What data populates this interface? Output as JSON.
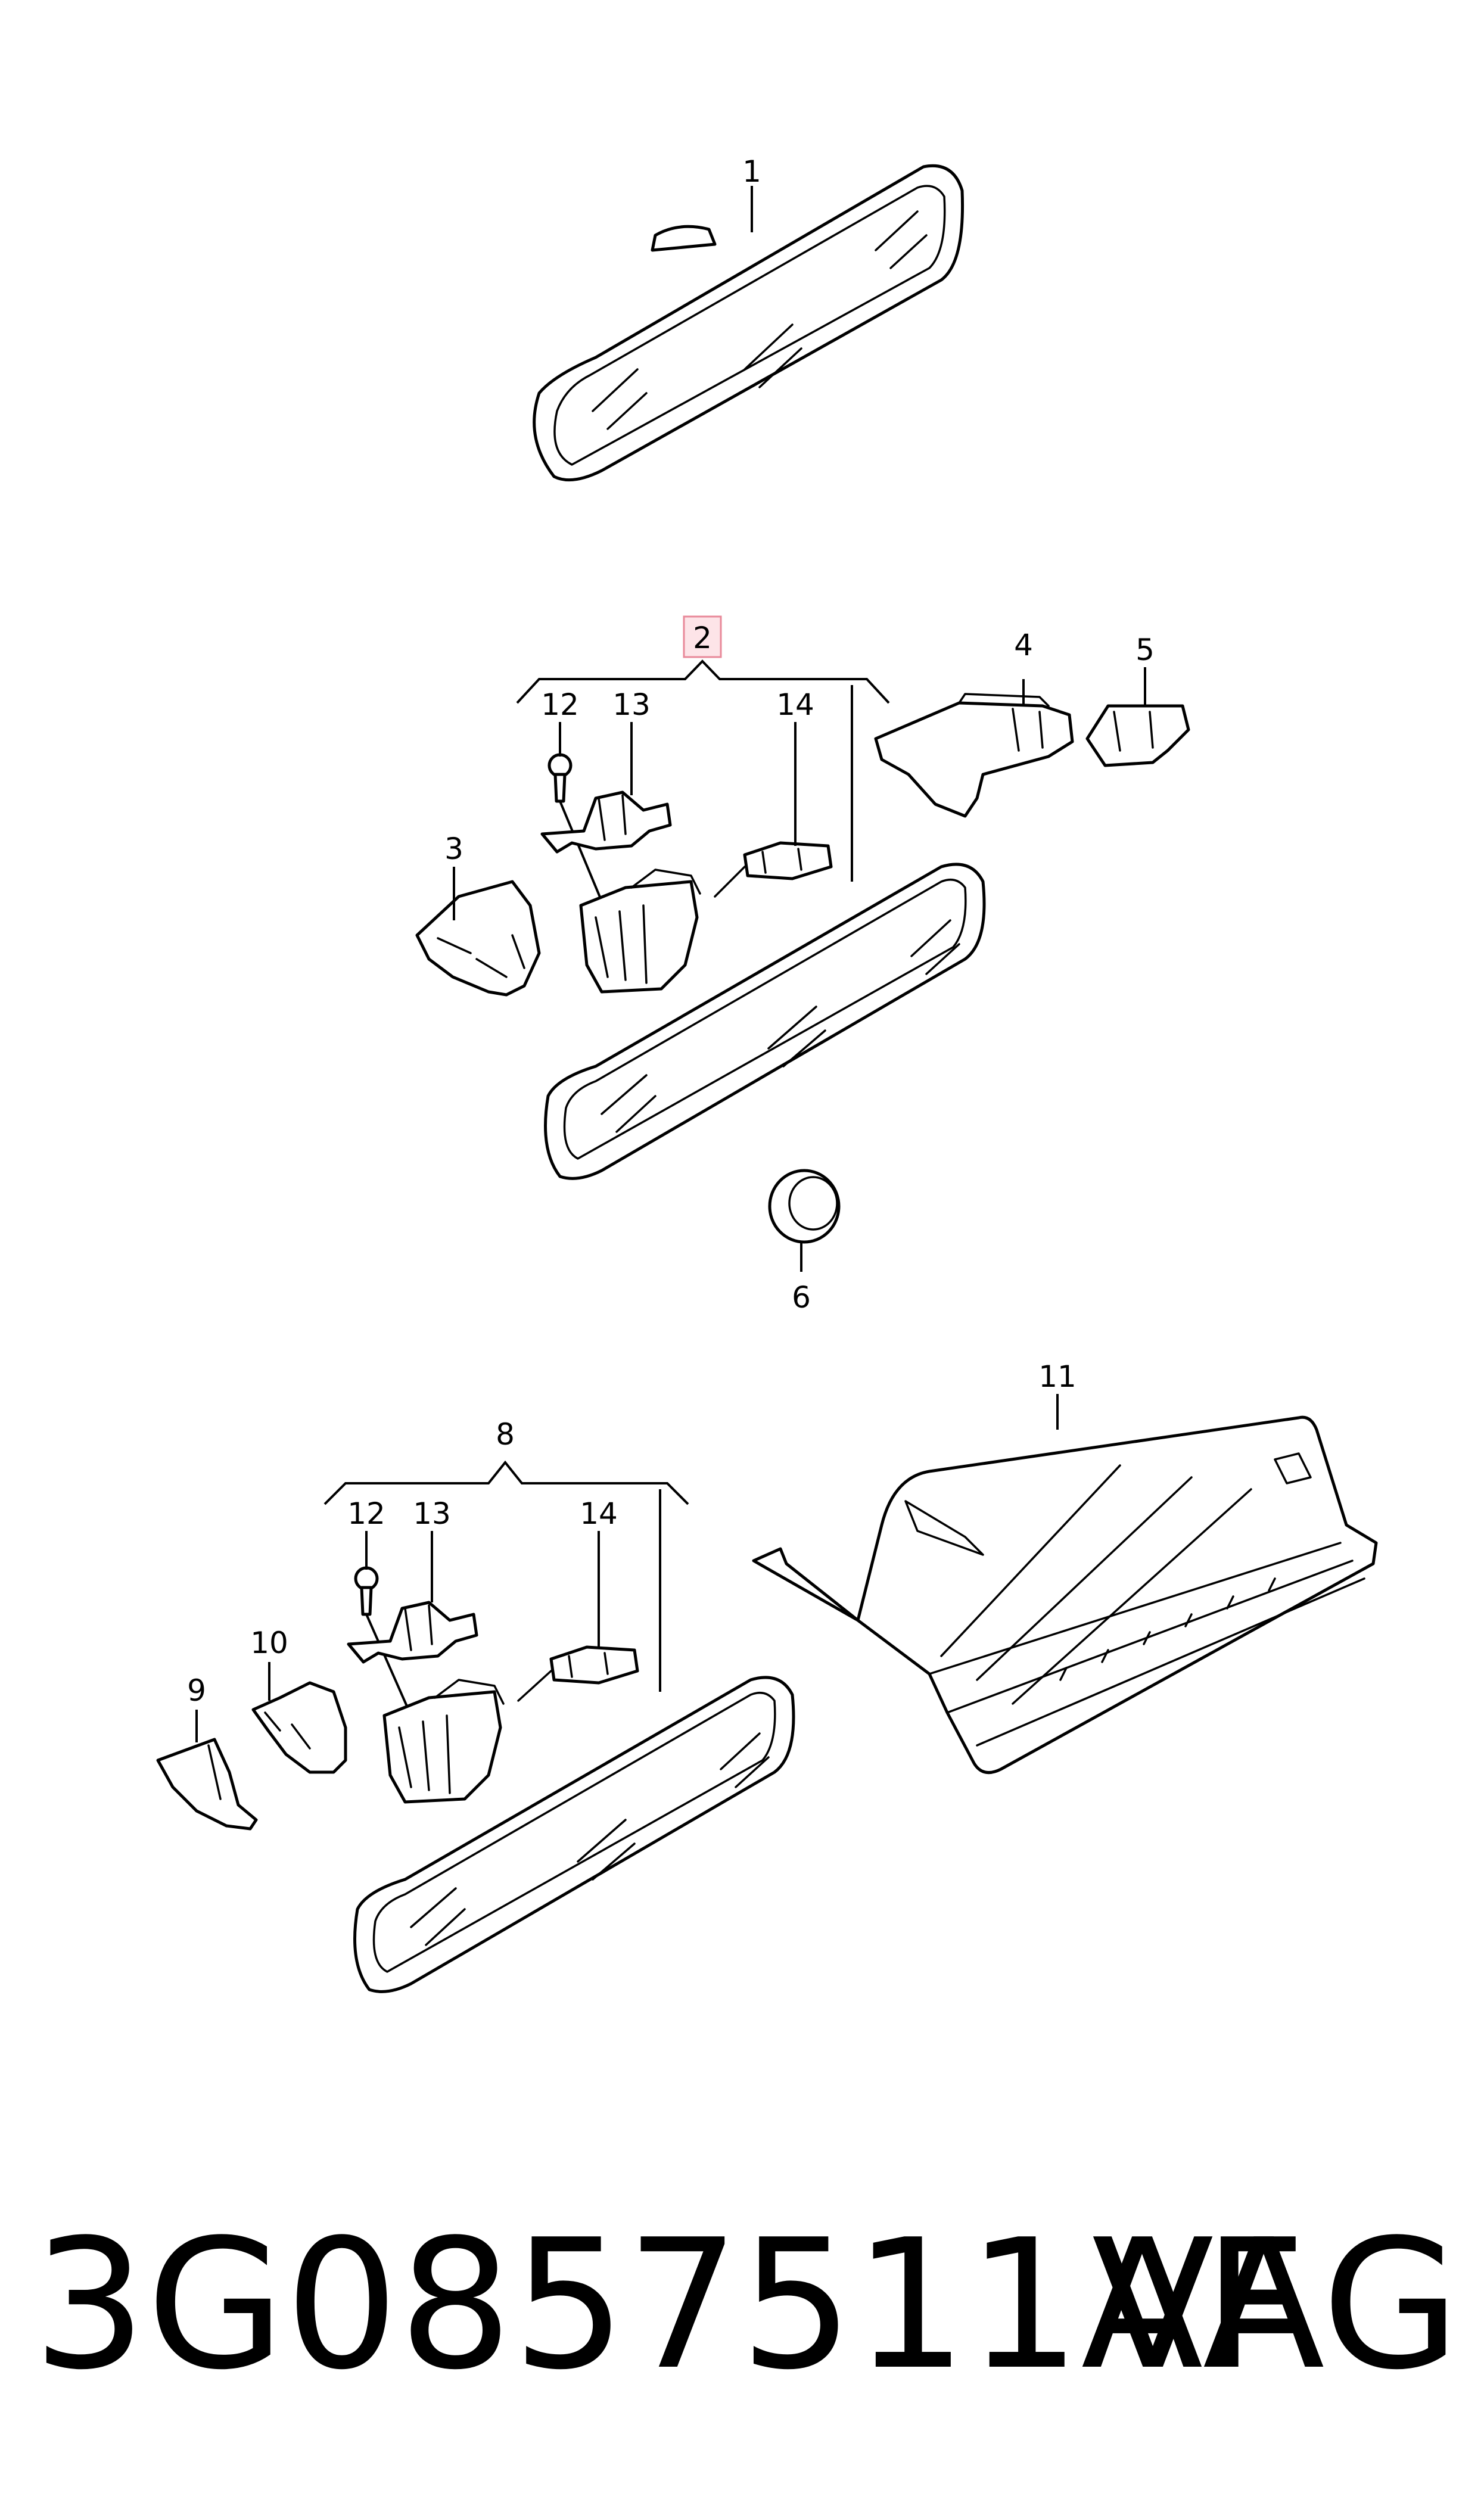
{
  "diagram": {
    "callouts": {
      "c1": "1",
      "c2": "2",
      "c3": "3",
      "c4": "4",
      "c5": "5",
      "c6": "6",
      "c12a": "12",
      "c13a": "13",
      "c14a": "14",
      "c8": "8",
      "c9": "9",
      "c10": "10",
      "c11": "11",
      "c12b": "12",
      "c13b": "13",
      "c14b": "14"
    },
    "highlighted_callout": "2",
    "highlight_color": "#fde4e8"
  },
  "footer": {
    "part_number": "3G0857511AF",
    "brand": "VAG"
  }
}
